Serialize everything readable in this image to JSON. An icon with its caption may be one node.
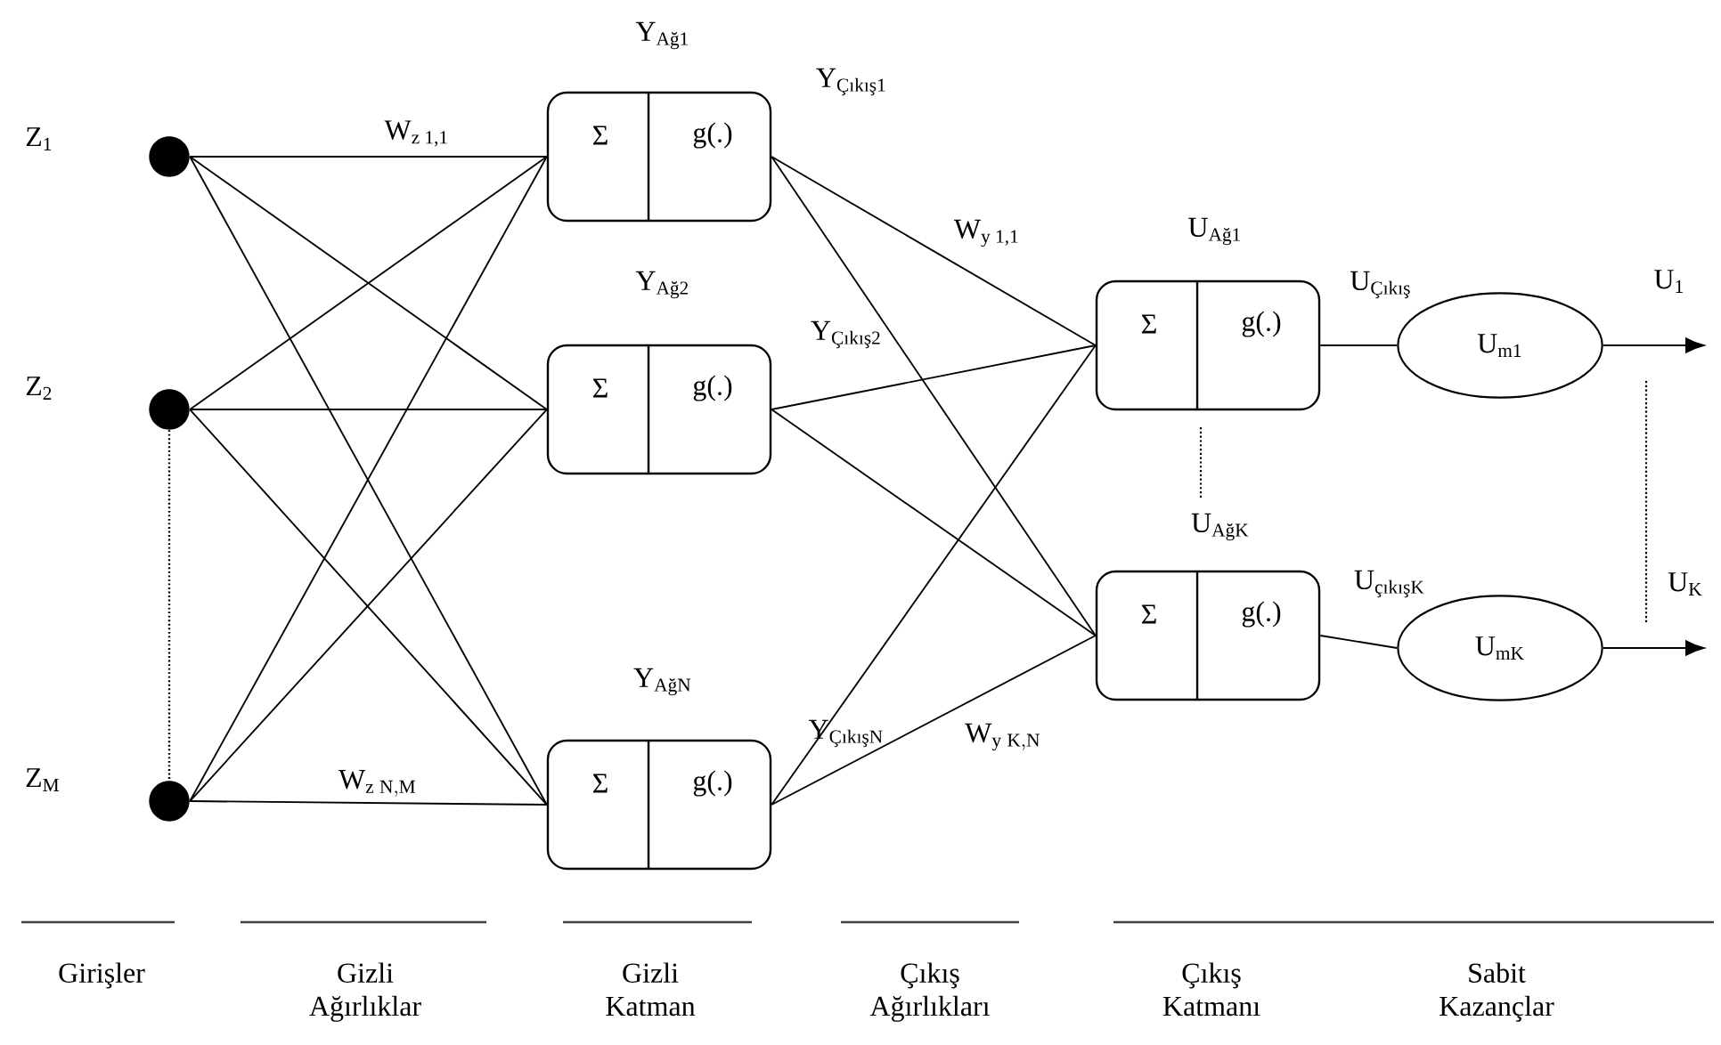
{
  "diagram": {
    "nodes": [
      {
        "text": [],
        "shape": "circle",
        "beside": [
          "Z$_{1}$"
        ]
      },
      {
        "text": [],
        "shape": "circle",
        "beside": [
          "Z$_{2}$"
        ]
      },
      {
        "text": [],
        "shape": "circle",
        "beside": [
          "Z$_{M}$"
        ]
      },
      {
        "text": [
          "Σ",
          "g(.)"
        ],
        "beside": [
          "Y$_{Ağ1}$",
          "Y$_{Çıkış1}$"
        ]
      },
      {
        "text": [
          "Σ",
          "g(.)"
        ],
        "beside": [
          "Y$_{Ağ2}$",
          "Y$_{Çıkış2}$"
        ]
      },
      {
        "text": [
          "Σ",
          "g(.)"
        ],
        "beside": [
          "Y$_{AğN}$",
          "Y$_{ÇıkışN}$"
        ]
      },
      {
        "text": [
          "Σ",
          "g(.)"
        ],
        "beside": [
          "U$_{Ağ1}$"
        ]
      },
      {
        "text": [
          "Σ",
          "g(.)"
        ],
        "beside": [
          "U$_{AğK}$"
        ]
      },
      {
        "text": [
          "U$_{m1}$"
        ]
      },
      {
        "text": [
          "U$_{mK}$"
        ]
      }
    ],
    "edges": [
      {
        "from": 0,
        "to": 3,
        "arrow": "none",
        "label": "W$_{z 1,1}$"
      },
      {
        "from": 0,
        "to": 4,
        "arrow": "none"
      },
      {
        "from": 0,
        "to": 5,
        "arrow": "none"
      },
      {
        "from": 1,
        "to": 3,
        "arrow": "none"
      },
      {
        "from": 1,
        "to": 4,
        "arrow": "none"
      },
      {
        "from": 1,
        "to": 5,
        "arrow": "none"
      },
      {
        "from": 2,
        "to": 3,
        "arrow": "none"
      },
      {
        "from": 2,
        "to": 4,
        "arrow": "none"
      },
      {
        "from": 2,
        "to": 5,
        "arrow": "none",
        "label": "\\mathrm{W}_{\\mathrm{z}\\;\\mathrm{N,M}}"
      },
      {
        "from": 3,
        "to": 6,
        "arrow": "none",
        "label": "W$_{y 1,1}$"
      },
      {
        "from": 3,
        "to": 7,
        "arrow": "none"
      },
      {
        "from": 4,
        "to": 6,
        "arrow": "none"
      },
      {
        "from": 4,
        "to": 7,
        "arrow": "none"
      },
      {
        "from": 5,
        "to": 6,
        "arrow": "none"
      },
      {
        "from": 5,
        "to": 7,
        "arrow": "none",
        "label": "\\mathrm{W}_{\\mathrm{y}\\;\\mathrm{K,N}}"
      },
      {
        "from": 6,
        "to": 8,
        "arrow": "none",
        "label": "U$_{Çıkış}$"
      },
      {
        "from": 7,
        "to": 9,
        "arrow": "none",
        "label": "U$_{çıkışK}$"
      },
      {
        "from": 8,
        "to": null,
        "arrow": "to",
        "label": "U$_{1}$"
      },
      {
        "from": 9,
        "to": null,
        "arrow": "to",
        "label": "U$_{K}$"
      },
      {
        "from": 1,
        "to": 2,
        "arrow": "none",
        "style": "dashed"
      }
    ],
    "labels": [
      "Girişler",
      "Gizli Ağırlıklar",
      "Gizli Katman",
      "Çıkış Ağırlıkları",
      "Çıkış Katmanı",
      "Sabit Kazançlar"
    ]
  }
}
